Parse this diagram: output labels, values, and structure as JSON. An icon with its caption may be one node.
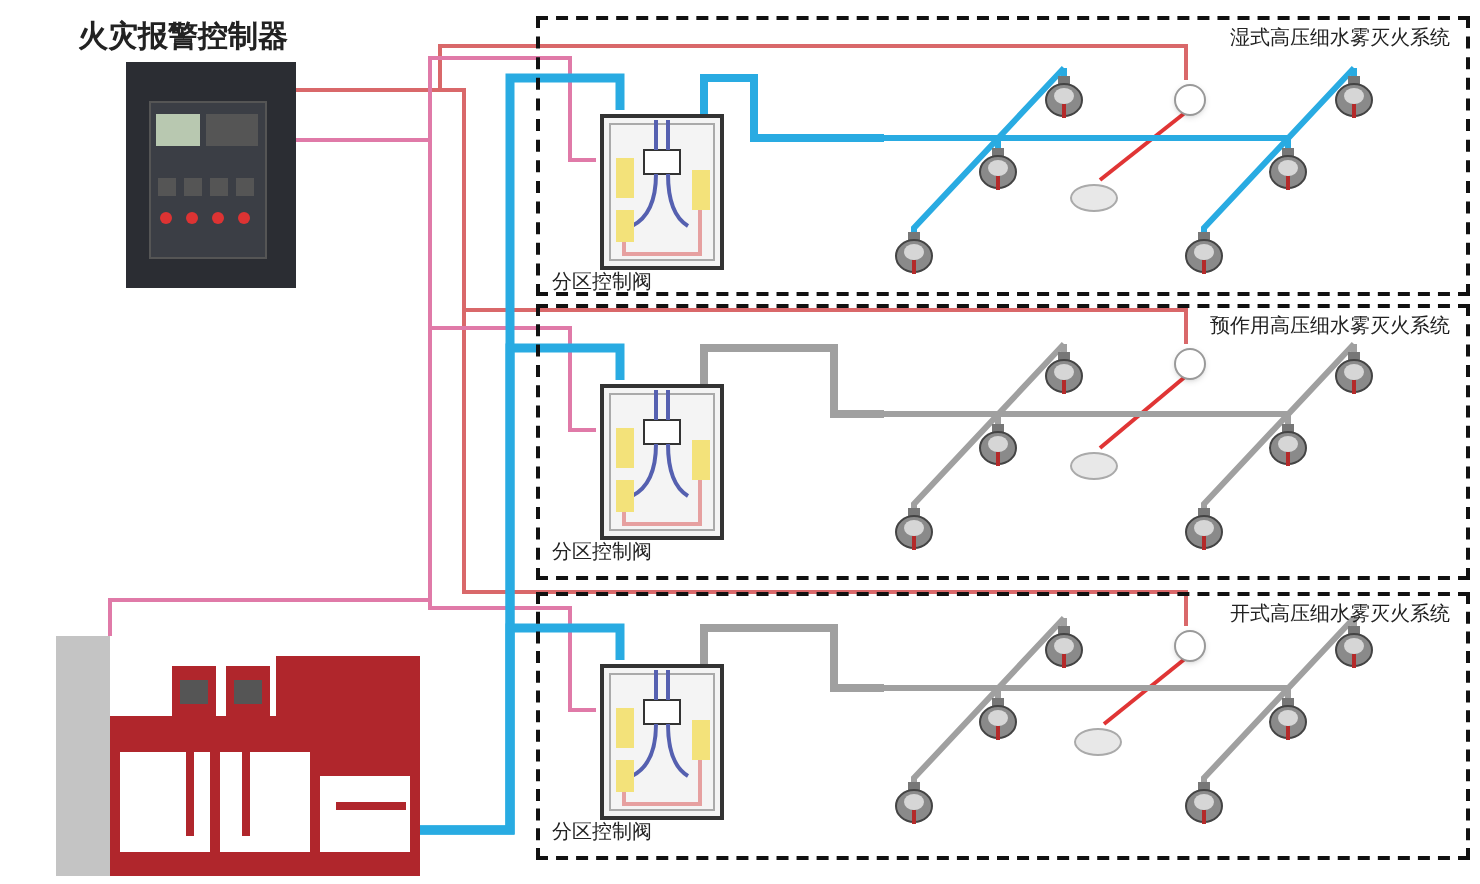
{
  "diagram": {
    "nodes": [
      {
        "text": [
          "火灾报警控制器"
        ]
      },
      {
        "text": [
          "湿式高压细水雾灭火系统"
        ]
      },
      {
        "text": [],
        "shape": "box",
        "in": 1,
        "beside": [
          "分区控制阀"
        ]
      },
      {
        "text": [],
        "shape": "circle",
        "in": 1
      },
      {
        "text": [],
        "shape": "circle",
        "in": 1
      },
      {
        "text": [
          "预作用高压细水雾灭火系统"
        ]
      },
      {
        "text": [],
        "shape": "box",
        "in": 5,
        "beside": [
          "分区控制阀"
        ]
      },
      {
        "text": [],
        "shape": "circle",
        "in": 5
      },
      {
        "text": [],
        "shape": "circle",
        "in": 5
      },
      {
        "text": [
          "开式高压细水雾灭火系统"
        ]
      },
      {
        "text": [],
        "shape": "box",
        "in": 9,
        "beside": [
          "分区控制阀"
        ]
      },
      {
        "text": [],
        "shape": "circle",
        "in": 9
      },
      {
        "text": [],
        "shape": "circle",
        "in": 9
      },
      {
        "text": [],
        "shape": "picture"
      }
    ],
    "edges": [
      {
        "from": 0,
        "to": 3,
        "arrow": "none",
        "color": "#d9686a"
      },
      {
        "from": 0,
        "to": 7,
        "arrow": "none",
        "color": "#d9686a"
      },
      {
        "from": 0,
        "to": 11,
        "arrow": "none",
        "color": "#d9686a"
      },
      {
        "from": 0,
        "to": 2,
        "arrow": "none",
        "color": "#e07aa8"
      },
      {
        "from": 0,
        "to": 6,
        "arrow": "none",
        "color": "#e07aa8"
      },
      {
        "from": 0,
        "to": 10,
        "arrow": "none",
        "color": "#e07aa8"
      },
      {
        "from": 13,
        "to": 0,
        "arrow": "none",
        "color": "#e07aa8"
      },
      {
        "from": 13,
        "to": 2,
        "arrow": "none",
        "style": "thick",
        "color": "#29abe2"
      },
      {
        "from": 13,
        "to": 6,
        "arrow": "none",
        "style": "thick",
        "color": "#29abe2"
      },
      {
        "from": 13,
        "to": 10,
        "arrow": "none",
        "style": "thick",
        "color": "#29abe2"
      },
      {
        "from": 3,
        "to": 4,
        "arrow": "none",
        "color": "#e03535"
      },
      {
        "from": 7,
        "to": 8,
        "arrow": "none",
        "color": "#e03535"
      },
      {
        "from": 11,
        "to": 12,
        "arrow": "none",
        "color": "#e03535"
      }
    ]
  }
}
